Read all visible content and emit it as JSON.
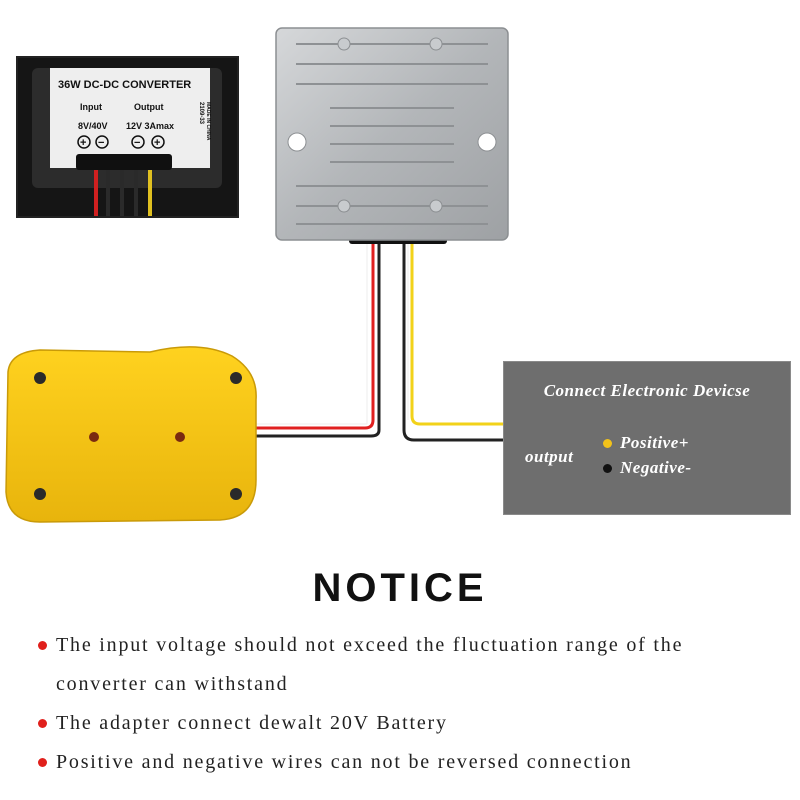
{
  "inset_label": {
    "title": "36W DC-DC CONVERTER",
    "input_label": "Input",
    "output_label": "Output",
    "input_voltage": "8V/40V",
    "output_rating": "12V 3Amax",
    "plus_symbol": "+",
    "minus_symbol": "−",
    "side_code": "2109-33",
    "side_origin": "MADE IN CHINA"
  },
  "device_box": {
    "title": "Connect Electronic Devicse",
    "output_label": "output",
    "positive_label": "Positive+",
    "negative_label": "Negative-",
    "positive_color": "#f2c21a",
    "negative_color": "#111111"
  },
  "notice": {
    "title": "NOTICE",
    "items": [
      "The input voltage should not exceed the fluctuation range of the converter can withstand",
      "The adapter connect dewalt 20V Battery",
      "Positive and negative wires can not be reversed connection"
    ],
    "bullet_color": "#e0201c"
  },
  "colors": {
    "adapter_yellow": "#f5c518",
    "converter_gray": "#b9bcbf",
    "wire_red": "#e02020",
    "wire_yellow": "#f2d21a",
    "wire_black": "#111111"
  }
}
